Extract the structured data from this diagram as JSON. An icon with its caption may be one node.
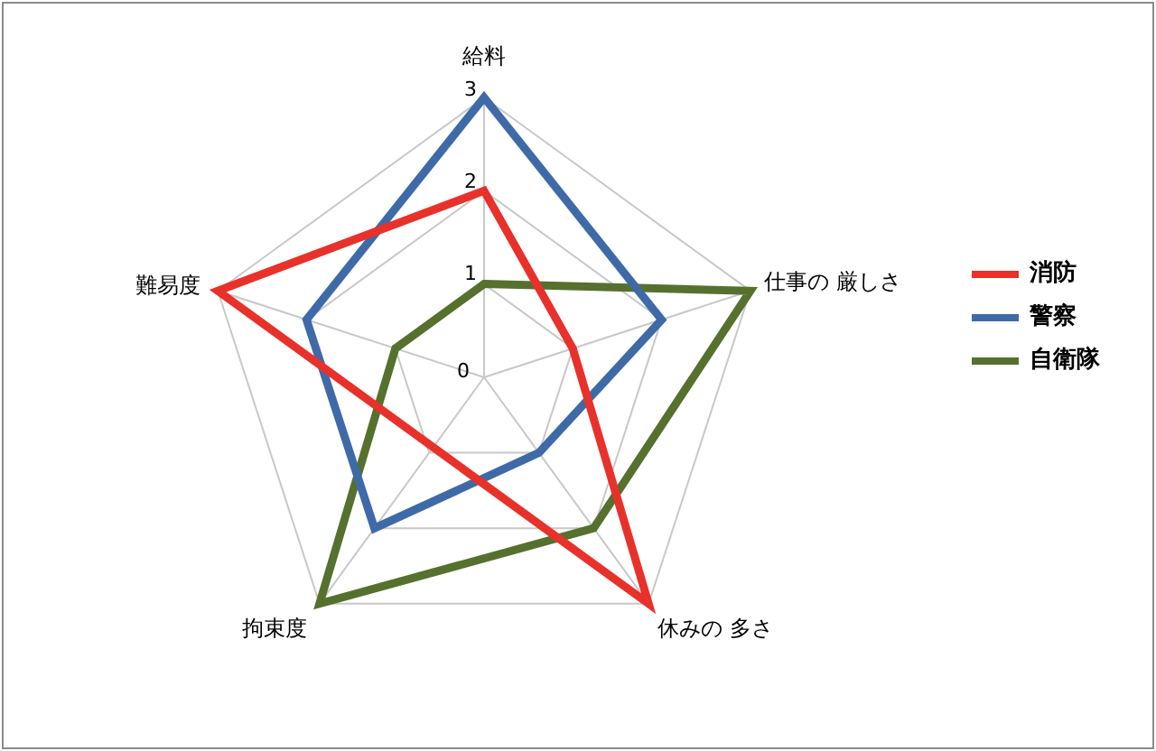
{
  "diagram": {
    "labels": [
      "給料",
      "3",
      "2",
      "1",
      "難易度",
      "仕事の 厳しさ",
      "0",
      "拘束度",
      "休みの 多さ"
    ],
    "legend": [
      {
        "text": "消防",
        "color": "#e8312a"
      },
      {
        "text": "警察",
        "color": "#3f6aa8"
      },
      {
        "text": "自衛隊",
        "color": "#56702e"
      }
    ]
  }
}
